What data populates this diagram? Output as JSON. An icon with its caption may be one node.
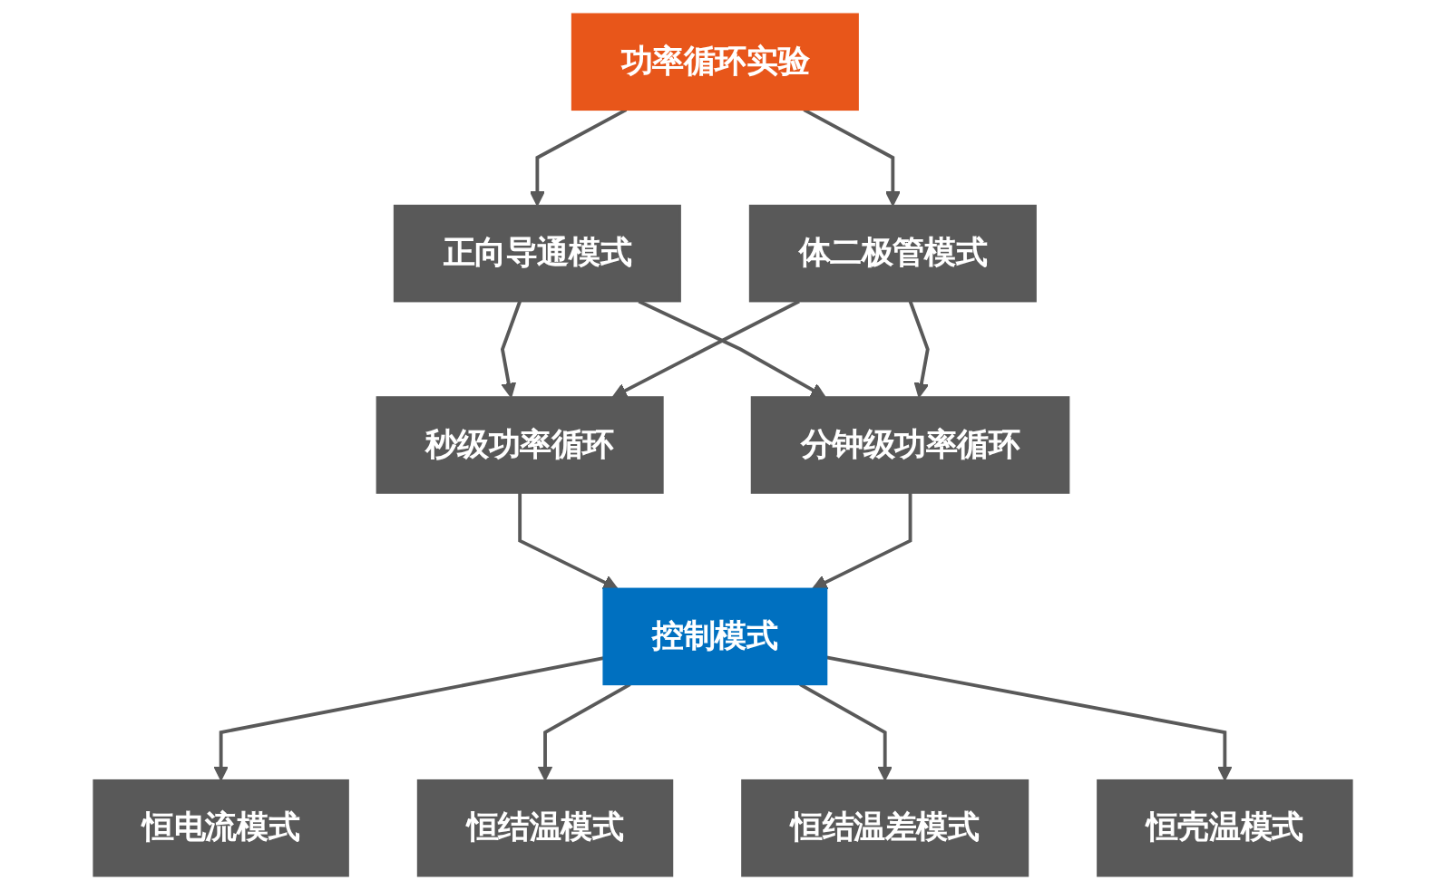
{
  "diagram": {
    "nodes": [
      {
        "text": [
          "功率循环实验"
        ]
      },
      {
        "text": [
          "正向导通模式"
        ]
      },
      {
        "text": [
          "体二极管模式"
        ]
      },
      {
        "text": [
          "秒级功率循环"
        ]
      },
      {
        "text": [
          "分钟级功率循环"
        ]
      },
      {
        "text": [
          "控制模式"
        ]
      },
      {
        "text": [
          "恒电流模式"
        ]
      },
      {
        "text": [
          "恒结温模式"
        ]
      },
      {
        "text": [
          "恒结温差模式"
        ]
      },
      {
        "text": [
          "恒壳温模式"
        ]
      }
    ],
    "edges": [
      {
        "from": 0,
        "to": 1,
        "arrow": "to"
      },
      {
        "from": 0,
        "to": 2,
        "arrow": "to"
      },
      {
        "from": 1,
        "to": 3,
        "arrow": "to"
      },
      {
        "from": 1,
        "to": 4,
        "arrow": "to"
      },
      {
        "from": 2,
        "to": 3,
        "arrow": "to"
      },
      {
        "from": 2,
        "to": 4,
        "arrow": "to"
      },
      {
        "from": 3,
        "to": 5,
        "arrow": "to"
      },
      {
        "from": 4,
        "to": 5,
        "arrow": "to"
      },
      {
        "from": 5,
        "to": 6,
        "arrow": "to"
      },
      {
        "from": 5,
        "to": 7,
        "arrow": "to"
      },
      {
        "from": 5,
        "to": 8,
        "arrow": "to"
      },
      {
        "from": 5,
        "to": 9,
        "arrow": "to"
      }
    ]
  }
}
